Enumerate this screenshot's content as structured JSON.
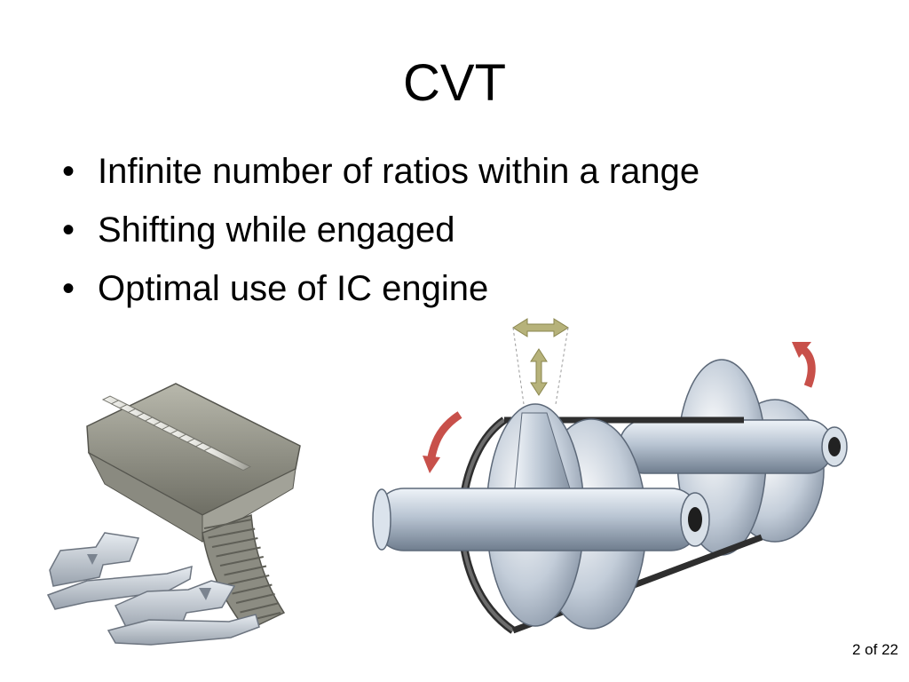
{
  "slide": {
    "title": "CVT",
    "bullets": [
      "Infinite number of ratios within a range",
      "Shifting while engaged",
      "Optimal use of IC engine"
    ],
    "bullet_symbol": "•",
    "page_number": "2 of 22"
  },
  "figures": {
    "belt_segments": "push-belt-segments-illustration",
    "pulley_system": "variable-pulley-cvt-illustration"
  },
  "colors": {
    "arrow_red": "#c8504a",
    "arrow_olive": "#b6b27a",
    "steel": "#9aa7b8",
    "belt": "#7a7a70"
  }
}
